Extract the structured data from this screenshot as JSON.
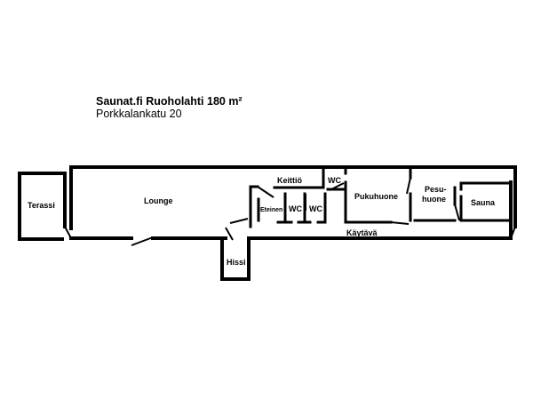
{
  "header": {
    "title": "Saunat.fi Ruoholahti 180 m²",
    "address": "Porkkalankatu 20"
  },
  "rooms": {
    "terrace": "Terassi",
    "lounge": "Lounge",
    "kitchen": "Keittiö",
    "entrance": "Eteinen",
    "wc1": "WC",
    "wc2": "WC",
    "wc3": "WC",
    "changing_room": "Pukuhuone",
    "washroom_line1": "Pesu-",
    "washroom_line2": "huone",
    "sauna": "Sauna",
    "corridor": "Käytävä",
    "elevator": "Hissi"
  }
}
